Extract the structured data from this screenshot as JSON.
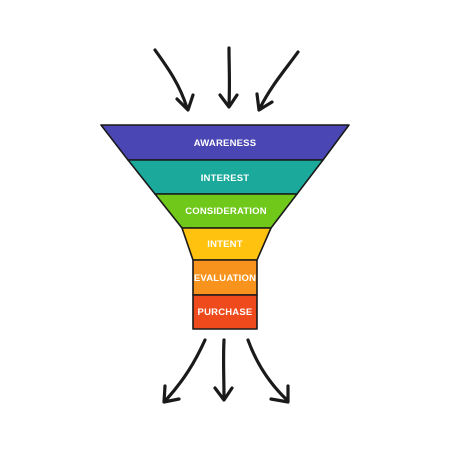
{
  "funnel": {
    "stages": [
      {
        "label": "AWARENESS",
        "color": "#4a46b3"
      },
      {
        "label": "INTEREST",
        "color": "#1aa99a"
      },
      {
        "label": "CONSIDERATION",
        "color": "#6fc81a"
      },
      {
        "label": "INTENT",
        "color": "#ffc20e"
      },
      {
        "label": "EVALUATION",
        "color": "#f8941d"
      },
      {
        "label": "PURCHASE",
        "color": "#ee4a1b"
      }
    ]
  },
  "arrows": {
    "incoming_count": 3,
    "outgoing_count": 3,
    "color": "#1a1a1a"
  }
}
